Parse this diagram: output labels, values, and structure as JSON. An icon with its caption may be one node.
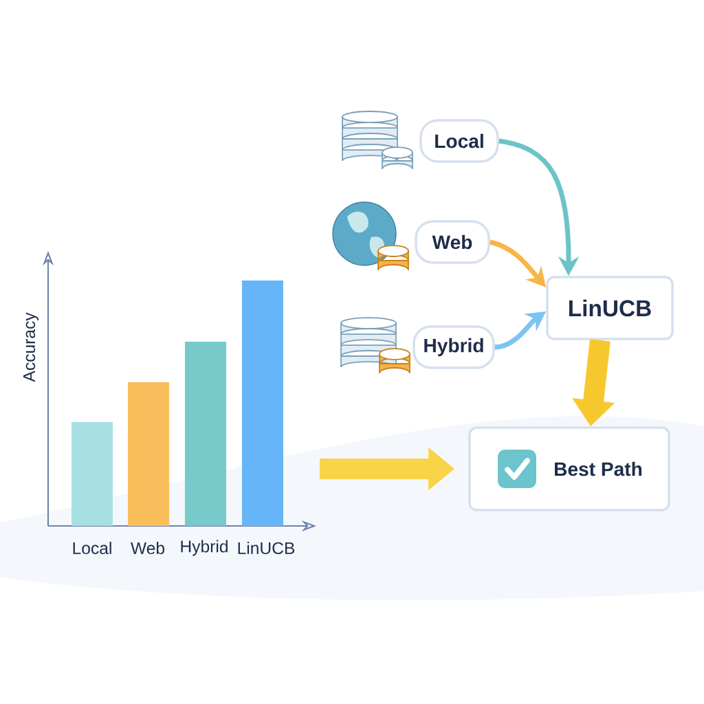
{
  "diagram": {
    "nodes": [
      {
        "text": [
          "Local"
        ]
      },
      {
        "text": [
          "Web"
        ]
      },
      {
        "text": [
          "Hybrid"
        ]
      },
      {
        "text": [
          "LinUCB"
        ]
      },
      {
        "text": [
          "Best Path"
        ]
      }
    ],
    "edges": [
      {
        "from": 0,
        "to": 3,
        "arrow": "to",
        "color": "#6cc3c8"
      },
      {
        "from": 1,
        "to": 3,
        "arrow": "to",
        "color": "#f8b547"
      },
      {
        "from": 2,
        "to": 3,
        "arrow": "to",
        "color": "#7cc4f2"
      },
      {
        "from": 3,
        "to": 4,
        "arrow": "to",
        "style": "thick",
        "color": "#f7c82e"
      },
      {
        "from": null,
        "to": 4,
        "arrow": "to",
        "style": "thick",
        "color": "#f9d448"
      }
    ],
    "labels": [
      "Accuracy",
      "Local",
      "Web",
      "Hybrid",
      "LinUCB"
    ]
  }
}
